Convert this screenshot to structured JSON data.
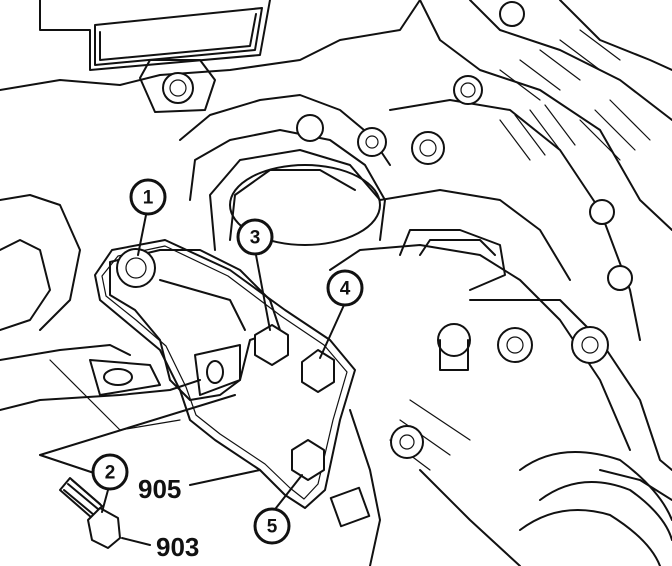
{
  "callouts": [
    {
      "id": "1",
      "label": "1"
    },
    {
      "id": "2",
      "label": "2"
    },
    {
      "id": "3",
      "label": "3"
    },
    {
      "id": "4",
      "label": "4"
    },
    {
      "id": "5",
      "label": "5"
    }
  ],
  "part_numbers": {
    "gasket_bracket": "905",
    "bolt": "903"
  },
  "colors": {
    "ink": "#111111",
    "paper": "#ffffff"
  }
}
